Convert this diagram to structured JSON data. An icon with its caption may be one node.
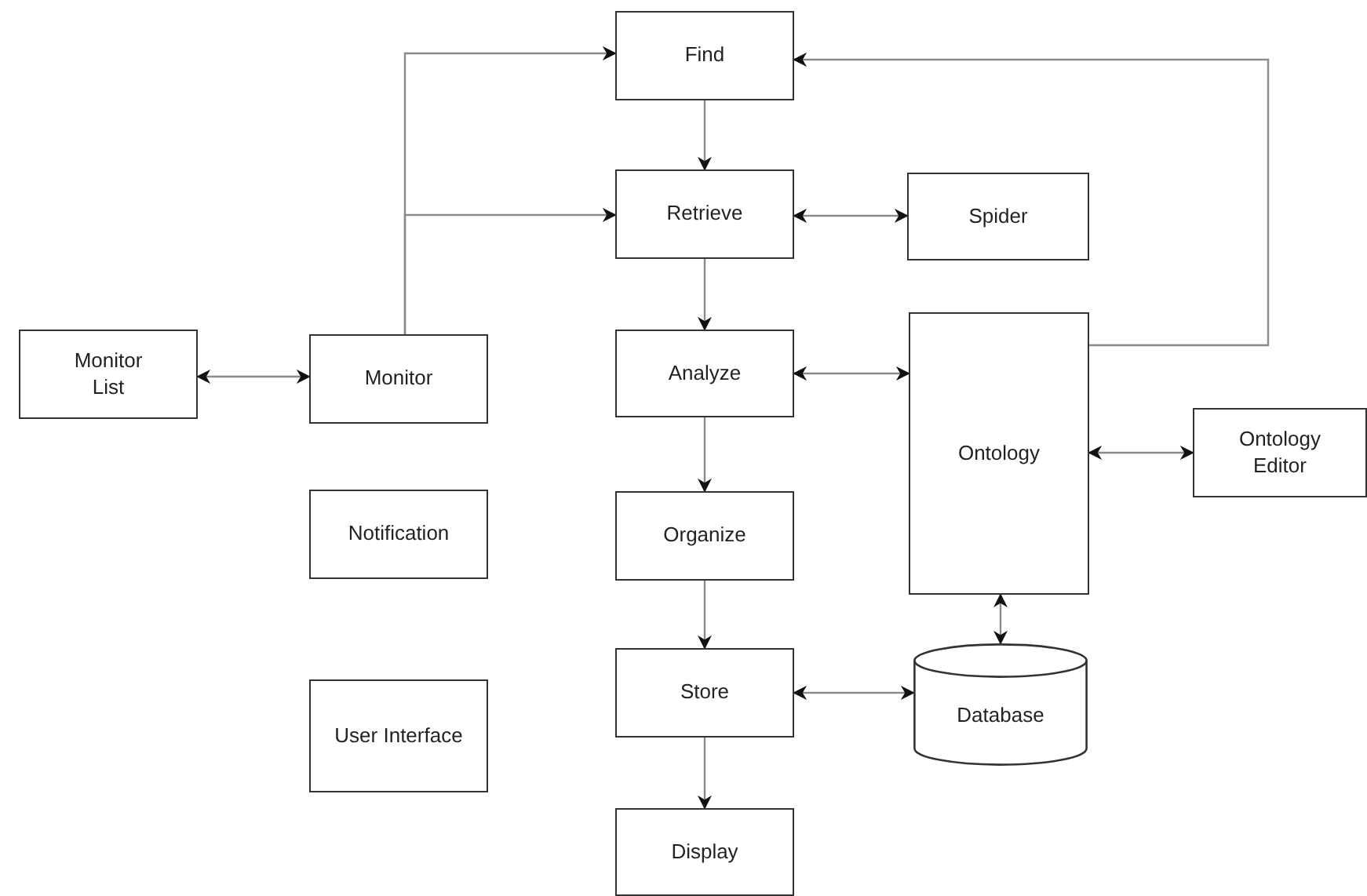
{
  "diagram": {
    "nodes": [
      {
        "text": [
          "Find"
        ]
      },
      {
        "text": [
          "Retrieve"
        ]
      },
      {
        "text": [
          "Spider"
        ]
      },
      {
        "text": [
          "Monitor List"
        ]
      },
      {
        "text": [
          "Monitor"
        ]
      },
      {
        "text": [
          "Analyze"
        ]
      },
      {
        "text": [
          "Ontology"
        ]
      },
      {
        "text": [
          "Ontology Editor"
        ]
      },
      {
        "text": [
          "Notification"
        ]
      },
      {
        "text": [
          "Organize"
        ]
      },
      {
        "text": [
          "Store"
        ]
      },
      {
        "text": [
          "Database"
        ]
      },
      {
        "text": [
          "User Interface"
        ]
      },
      {
        "text": [
          "Display"
        ]
      }
    ],
    "edges": [
      {
        "from": 0,
        "to": 1,
        "arrow": "to"
      },
      {
        "from": 1,
        "to": 5,
        "arrow": "to"
      },
      {
        "from": 5,
        "to": 9,
        "arrow": "to"
      },
      {
        "from": 9,
        "to": 10,
        "arrow": "to"
      },
      {
        "from": 10,
        "to": 13,
        "arrow": "to"
      },
      {
        "from": 1,
        "to": 2,
        "arrow": "both"
      },
      {
        "from": 3,
        "to": 4,
        "arrow": "both"
      },
      {
        "from": 5,
        "to": 6,
        "arrow": "both"
      },
      {
        "from": 6,
        "to": 7,
        "arrow": "both"
      },
      {
        "from": 10,
        "to": 11,
        "arrow": "both"
      },
      {
        "from": 6,
        "to": 11,
        "arrow": "both"
      },
      {
        "from": 4,
        "to": 0,
        "arrow": "to"
      },
      {
        "from": 4,
        "to": 1,
        "arrow": "to"
      },
      {
        "from": 6,
        "to": 0,
        "arrow": "to"
      }
    ]
  }
}
